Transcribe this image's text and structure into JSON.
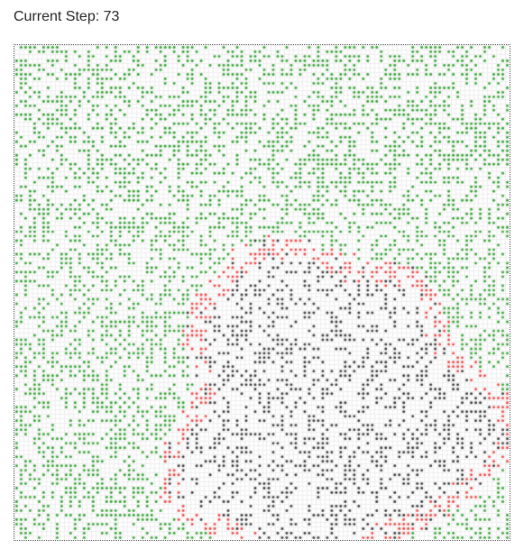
{
  "header": {
    "step_prefix": "Current Step: ",
    "step_value": "73"
  },
  "simulation": {
    "grid_size": 110,
    "colors": {
      "susceptible": "#3aa63a",
      "infected": "#ef4b4b",
      "recovered": "#404040",
      "empty_grid": "#eeeeee"
    },
    "legend_icons": {
      "susceptible": "green-dot-icon",
      "infected": "red-dot-icon",
      "recovered": "dark-dot-icon"
    }
  }
}
